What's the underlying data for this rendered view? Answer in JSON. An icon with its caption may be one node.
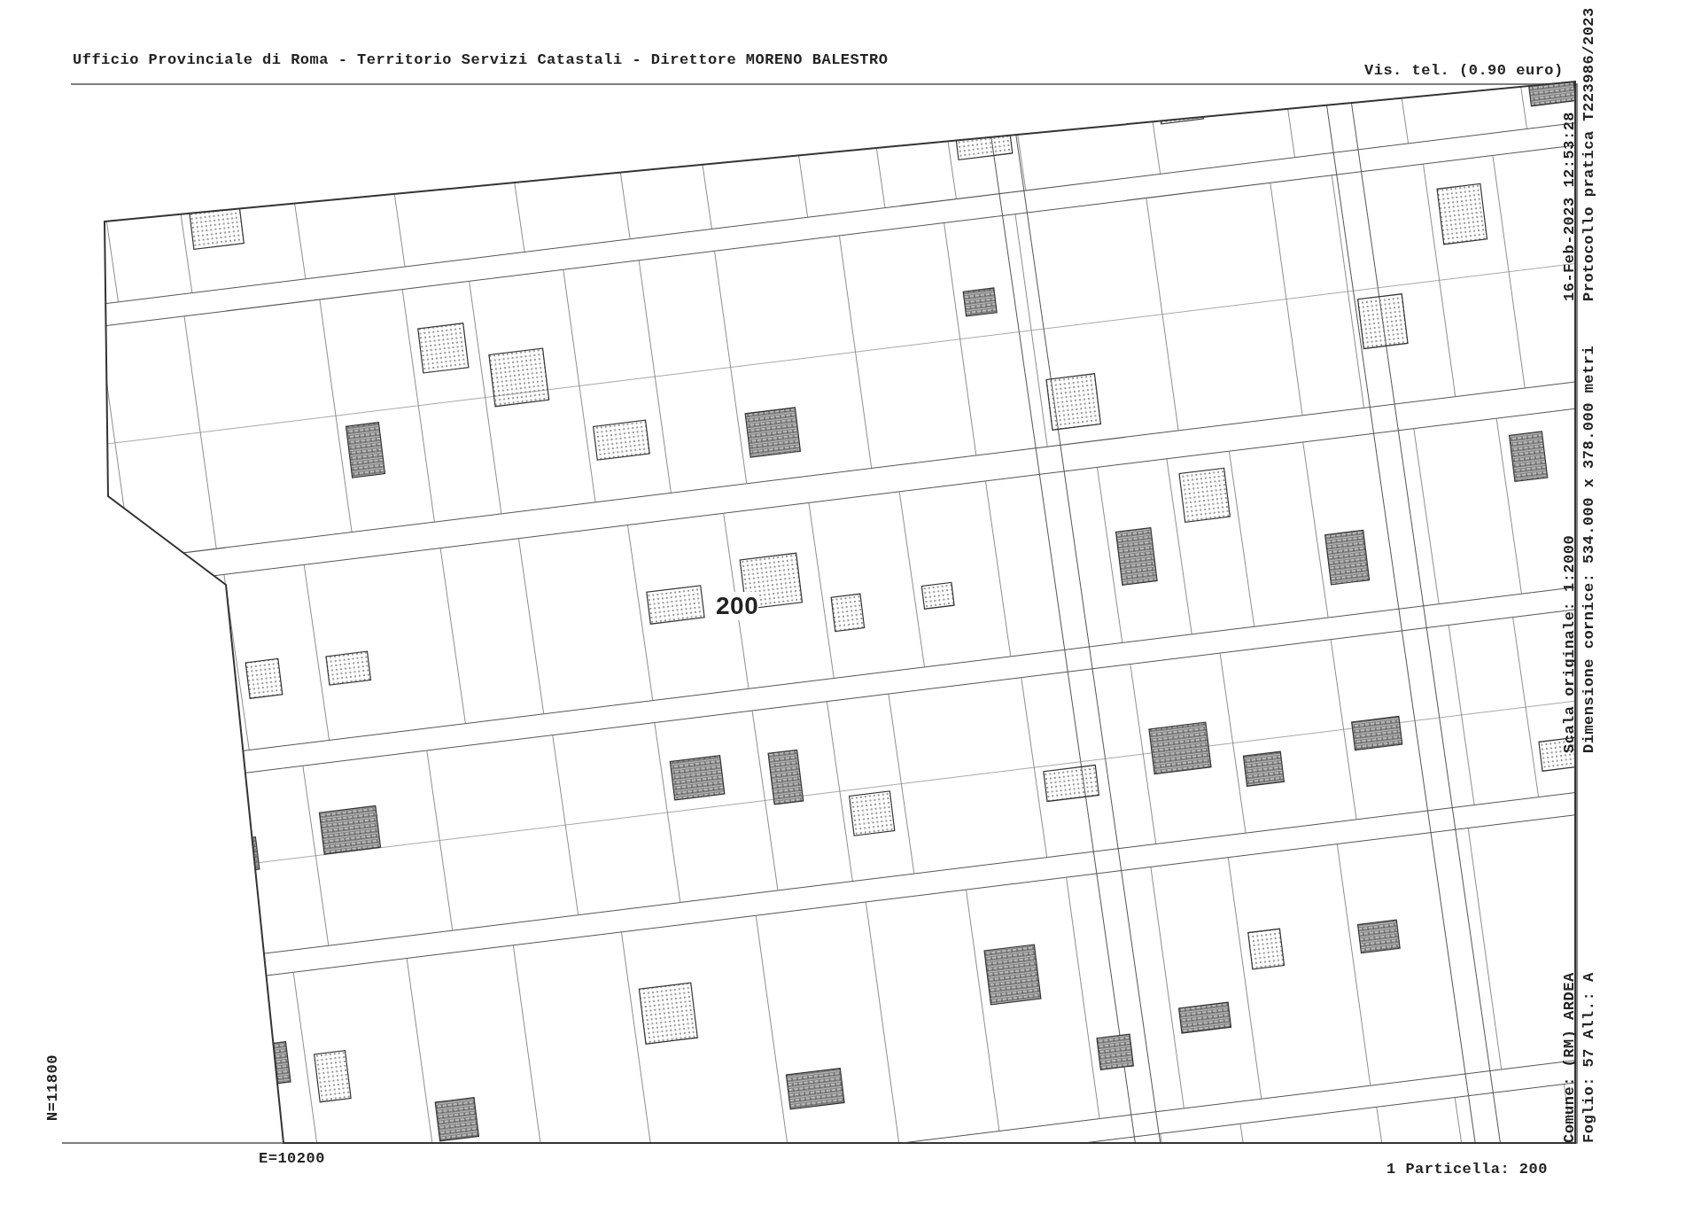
{
  "diagram": {
    "title": "Ufficio Provinciale di Roma - Territorio Servizi Catastali - Direttore MORENO BALESTRO",
    "labels": [
      "Vis. tel. (0.90 euro)",
      "16-Feb-2023 12:53:28",
      "Protocollo pratica T223986/2023",
      "Scala originale: 1:2000",
      "Dimensione cornice: 534.000 x 378.000 metri",
      "200",
      "Comune: (RM) ARDEA",
      "Foglio: 57 All.: A",
      "N=11800",
      "E=10200",
      "1 Particella: 200"
    ]
  }
}
